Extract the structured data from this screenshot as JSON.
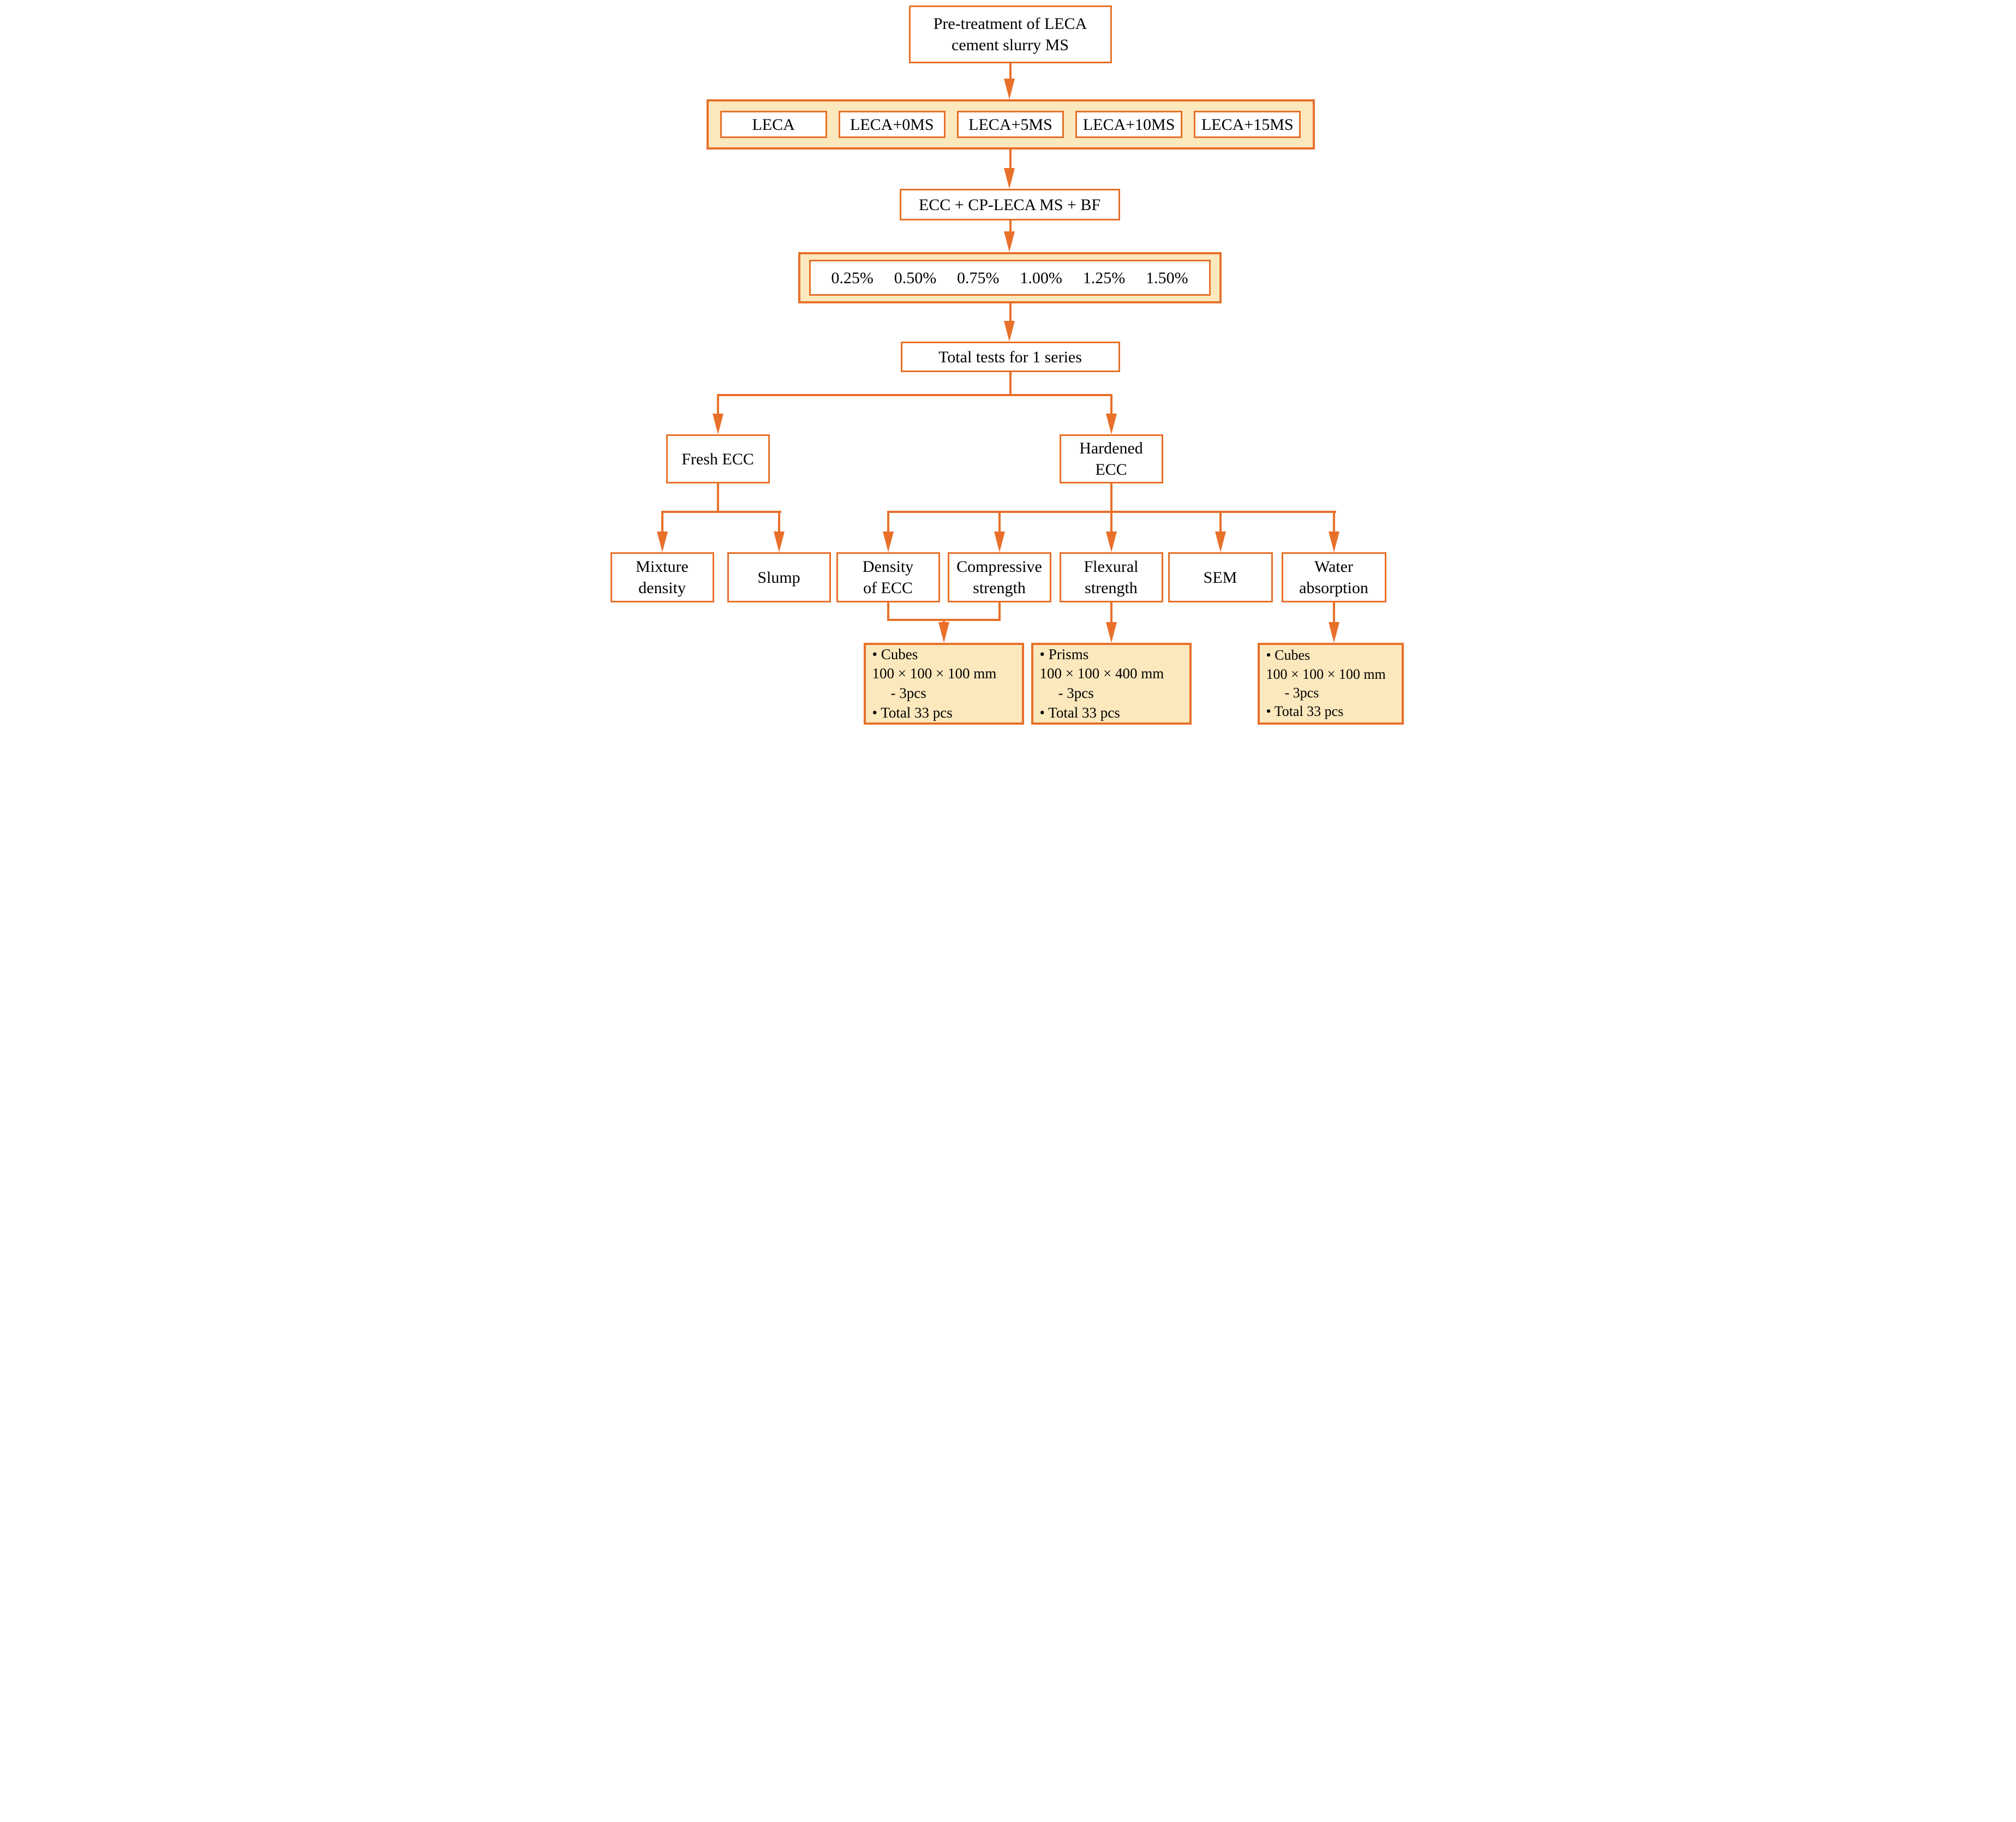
{
  "diagram": {
    "title_box": "Pre-treatment of LECA\ncement slurry MS",
    "leca_variants": [
      "LECA",
      "LECA+0MS",
      "LECA+5MS",
      "LECA+10MS",
      "LECA+15MS"
    ],
    "mix_box": "ECC + CP-LECA MS + BF",
    "fiber_percentages": [
      "0.25%",
      "0.50%",
      "0.75%",
      "1.00%",
      "1.25%",
      "1.50%"
    ],
    "total_tests_box": "Total tests for 1 series",
    "fresh_branch": {
      "label": "Fresh ECC",
      "tests": [
        "Mixture\ndensity",
        "Slump"
      ]
    },
    "hardened_branch": {
      "label": "Hardened\nECC",
      "tests": [
        "Density\nof ECC",
        "Compressive\nstrength",
        "Flexural\nstrength",
        "SEM",
        "Water\nabsorption"
      ]
    },
    "specimen_boxes": [
      {
        "lines": [
          "• Cubes",
          "100 × 100 × 100 mm",
          "- 3pcs",
          "• Total 33 pcs"
        ]
      },
      {
        "lines": [
          "• Prisms",
          "100 × 100 × 400 mm",
          "- 3pcs",
          "• Total 33 pcs"
        ]
      },
      {
        "lines": [
          "• Cubes",
          "100 × 100 × 100 mm",
          "- 3pcs",
          "• Total 33 pcs"
        ]
      }
    ],
    "colors": {
      "accent_orange": "#E8702A",
      "tan_fill": "#FCE8BD",
      "box_fill": "#FFFFFF",
      "text": "#000000"
    }
  }
}
